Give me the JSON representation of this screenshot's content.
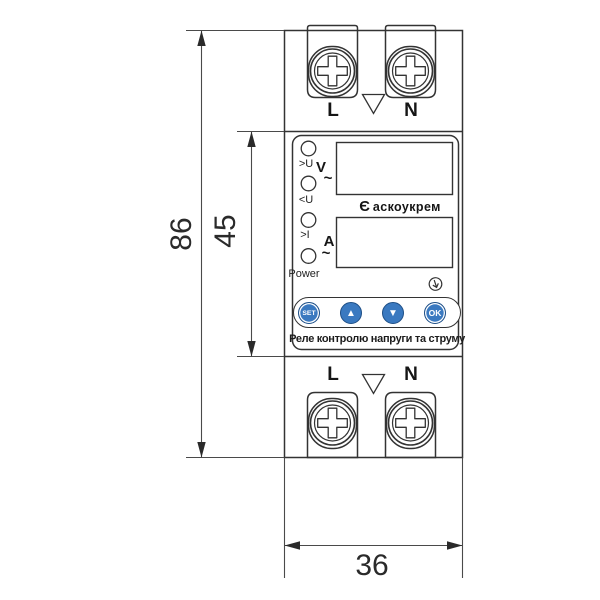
{
  "device": {
    "brand_mark": "Є",
    "brand_name": "аскоукрем",
    "caption": "Реле контролю напруги та струму",
    "terminals": {
      "top_left": "L",
      "top_right": "N",
      "bottom_left": "L",
      "bottom_right": "N"
    },
    "leds": [
      ">U",
      "<U",
      ">I",
      "Power"
    ],
    "meters": [
      {
        "unit": "V",
        "wave": "~"
      },
      {
        "unit": "A",
        "wave": "~"
      }
    ],
    "buttons": [
      "SET",
      "▲",
      "▼",
      "OK"
    ]
  },
  "dimensions": {
    "height_mm": "86",
    "panel_mm": "45",
    "width_mm": "36"
  },
  "colors": {
    "line": "#333333",
    "button_blue": "#3a79c0",
    "text": "#151515"
  }
}
